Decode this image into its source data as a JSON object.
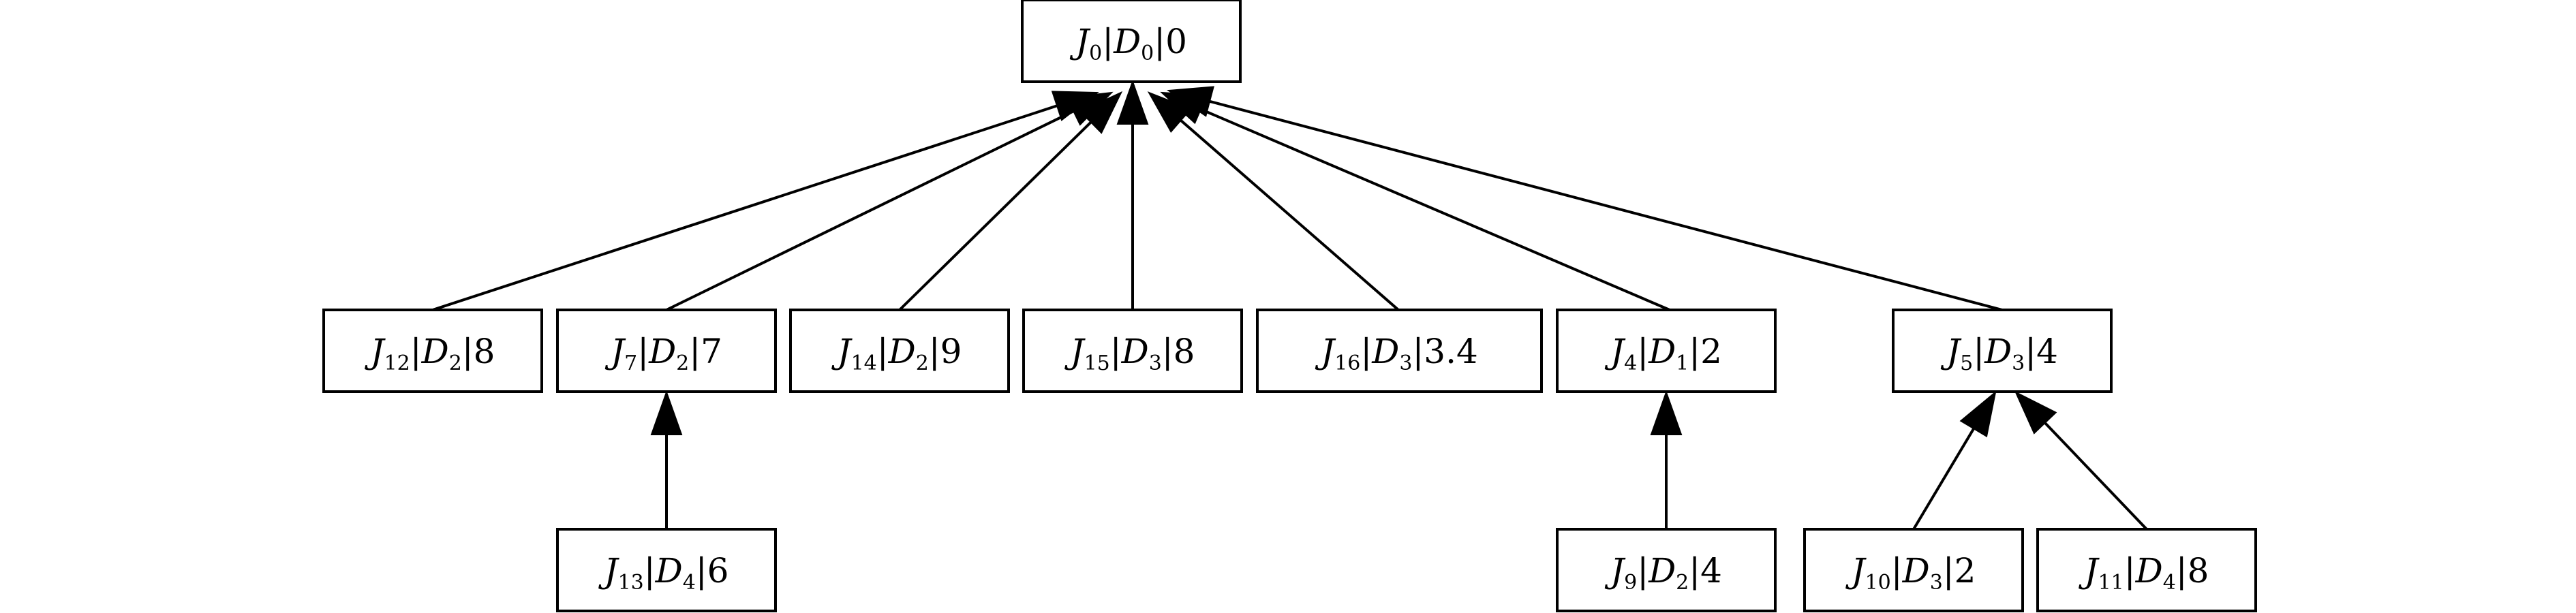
{
  "nodes": [
    {
      "id": "n0",
      "job": "J",
      "job_sub": "0",
      "dev": "D",
      "dev_sub": "0",
      "val": "0"
    },
    {
      "id": "n12",
      "job": "J",
      "job_sub": "12",
      "dev": "D",
      "dev_sub": "2",
      "val": "8"
    },
    {
      "id": "n7",
      "job": "J",
      "job_sub": "7",
      "dev": "D",
      "dev_sub": "2",
      "val": "7"
    },
    {
      "id": "n14",
      "job": "J",
      "job_sub": "14",
      "dev": "D",
      "dev_sub": "2",
      "val": "9"
    },
    {
      "id": "n15",
      "job": "J",
      "job_sub": "15",
      "dev": "D",
      "dev_sub": "3",
      "val": "8"
    },
    {
      "id": "n16",
      "job": "J",
      "job_sub": "16",
      "dev": "D",
      "dev_sub": "3",
      "val": "3.4"
    },
    {
      "id": "n4",
      "job": "J",
      "job_sub": "4",
      "dev": "D",
      "dev_sub": "1",
      "val": "2"
    },
    {
      "id": "n5",
      "job": "J",
      "job_sub": "5",
      "dev": "D",
      "dev_sub": "3",
      "val": "4"
    },
    {
      "id": "n13",
      "job": "J",
      "job_sub": "13",
      "dev": "D",
      "dev_sub": "4",
      "val": "6"
    },
    {
      "id": "n9",
      "job": "J",
      "job_sub": "9",
      "dev": "D",
      "dev_sub": "2",
      "val": "4"
    },
    {
      "id": "n10",
      "job": "J",
      "job_sub": "10",
      "dev": "D",
      "dev_sub": "3",
      "val": "2"
    },
    {
      "id": "n11",
      "job": "J",
      "job_sub": "11",
      "dev": "D",
      "dev_sub": "4",
      "val": "8"
    }
  ],
  "edges": [
    {
      "from": "n12",
      "to": "n0"
    },
    {
      "from": "n7",
      "to": "n0"
    },
    {
      "from": "n14",
      "to": "n0"
    },
    {
      "from": "n15",
      "to": "n0"
    },
    {
      "from": "n16",
      "to": "n0"
    },
    {
      "from": "n4",
      "to": "n0"
    },
    {
      "from": "n5",
      "to": "n0"
    },
    {
      "from": "n13",
      "to": "n7"
    },
    {
      "from": "n9",
      "to": "n4"
    },
    {
      "from": "n10",
      "to": "n5"
    },
    {
      "from": "n11",
      "to": "n5"
    }
  ]
}
